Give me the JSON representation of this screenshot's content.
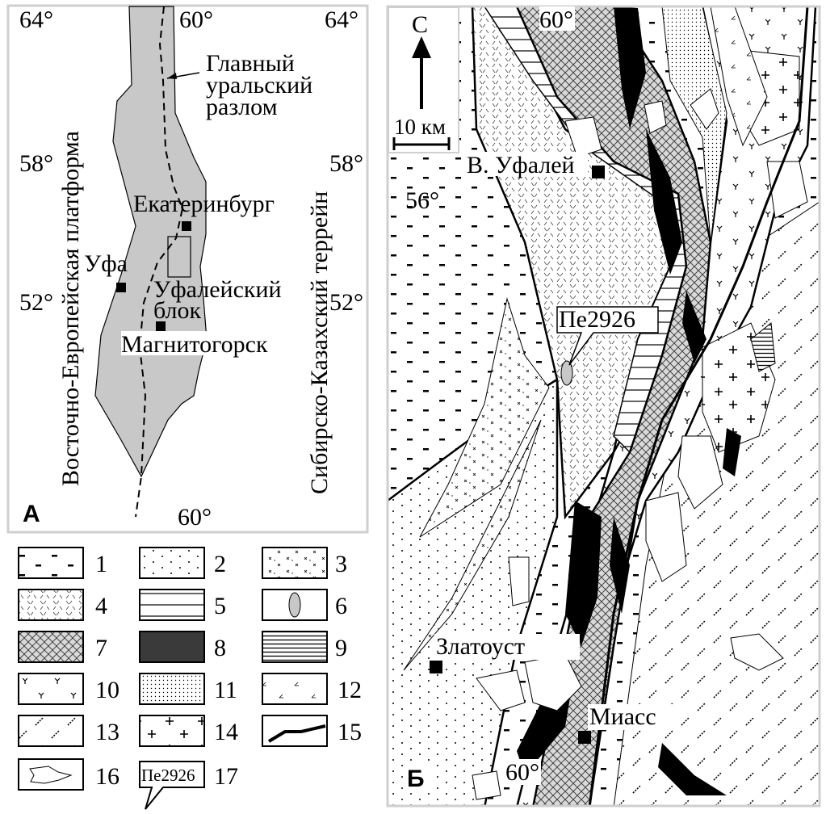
{
  "panel_a": {
    "label": "А",
    "coords": {
      "lon_top_left": "64°",
      "lon_top_mid": "60°",
      "lon_top_right": "64°",
      "lat_left_1": "58°",
      "lat_right_1": "58°",
      "lat_left_2": "52°",
      "lat_right_2": "52°",
      "lon_bottom": "60°"
    },
    "fault_label": [
      "Главный",
      "уральский",
      "разлом"
    ],
    "west_label": "Восточно-Европейская платформа",
    "east_label": "Сибирско-Казахский террейн",
    "cities": {
      "ekb": "Екатеринбург",
      "ufa": "Уфа",
      "mag": "Магнитогорск"
    },
    "block_label": [
      "Уфалейский",
      "блок"
    ]
  },
  "legend": {
    "items": [
      {
        "n": "1",
        "pattern": "dashes"
      },
      {
        "n": "2",
        "pattern": "sparse-dots"
      },
      {
        "n": "3",
        "pattern": "crosses-x"
      },
      {
        "n": "4",
        "pattern": "ticks"
      },
      {
        "n": "5",
        "pattern": "wide-lines"
      },
      {
        "n": "6",
        "pattern": "grey-ellipse"
      },
      {
        "n": "7",
        "pattern": "crosshatch"
      },
      {
        "n": "8",
        "pattern": "solid-dark"
      },
      {
        "n": "9",
        "pattern": "dense-lines"
      },
      {
        "n": "10",
        "pattern": "y-marks"
      },
      {
        "n": "11",
        "pattern": "dense-dots"
      },
      {
        "n": "12",
        "pattern": "angle-marks"
      },
      {
        "n": "13",
        "pattern": "slashes"
      },
      {
        "n": "14",
        "pattern": "plus"
      },
      {
        "n": "15",
        "pattern": "fault-line"
      },
      {
        "n": "16",
        "pattern": "outline"
      },
      {
        "n": "17",
        "pattern": "callout",
        "callout_text": "Пе2926"
      }
    ]
  },
  "panel_b": {
    "label": "Б",
    "north": "С",
    "scale": "10 км",
    "lon_top": "60°",
    "lat": "56°",
    "lon_bottom": "60°",
    "cities": {
      "ufaley": "В. Уфалей",
      "zlatoust": "Златоуст",
      "miass": "Миасс"
    },
    "sample": "Пе2926"
  },
  "colors": {
    "grey": "#c8c8c8",
    "dark": "#3a3a3a",
    "frame": "#cfcfcf",
    "crosshatch_bg": "#d9d9d9"
  }
}
